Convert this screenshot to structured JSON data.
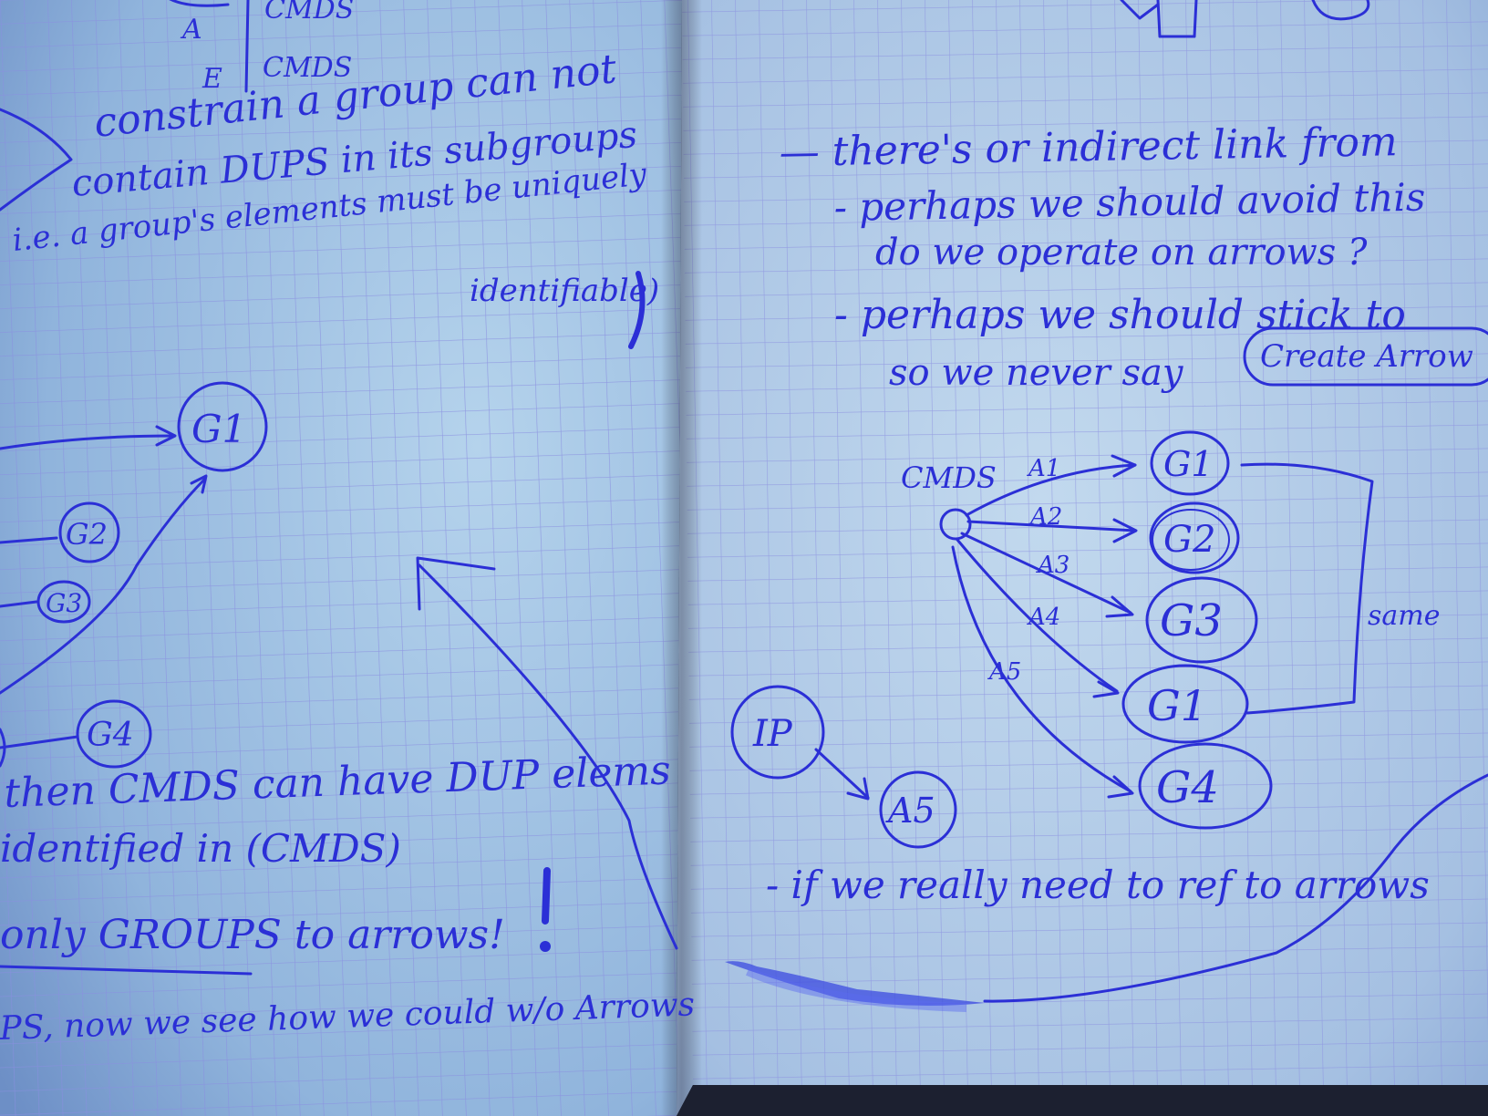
{
  "colors": {
    "ink": "#2b2fd6",
    "paper_left": "#8fb3d8",
    "paper_right": "#a7c4e2",
    "grid": "#8a8fe0",
    "table_edge": "#1c2030"
  },
  "left_page": {
    "top_rows": [
      {
        "letter": "A",
        "label": "CMDS"
      },
      {
        "letter": "E",
        "label": "CMDS"
      }
    ],
    "lines": [
      "constrain a group can not",
      "contain DUPS in its subgroups",
      "i.e. a group's elements must be uniquely",
      "identifiable)"
    ],
    "group_nodes": [
      "G1",
      "G2",
      "G3",
      "G4"
    ],
    "bottom_lines": [
      "then CMDS can have DUP elems",
      "identified in (CMDS)",
      "only GROUPS to arrows!",
      "PS, now we see how we could w/o Arrows"
    ]
  },
  "right_page": {
    "lines": [
      "— there's or indirect link from",
      "- perhaps we should avoid this",
      "do we operate on arrows ?",
      "- perhaps we should stick to",
      "so we never say"
    ],
    "boxed_text": "Create Arrow",
    "diagram": {
      "source_label": "CMDS",
      "arrow_labels": [
        "A1",
        "A2",
        "A3",
        "A4",
        "A5"
      ],
      "targets": [
        "G1",
        "G2",
        "G3",
        "G1",
        "G4"
      ],
      "side_note": "same",
      "extra_nodes": [
        "IP",
        "A5"
      ]
    },
    "bottom_line": "- if we really need to ref to arrows"
  }
}
